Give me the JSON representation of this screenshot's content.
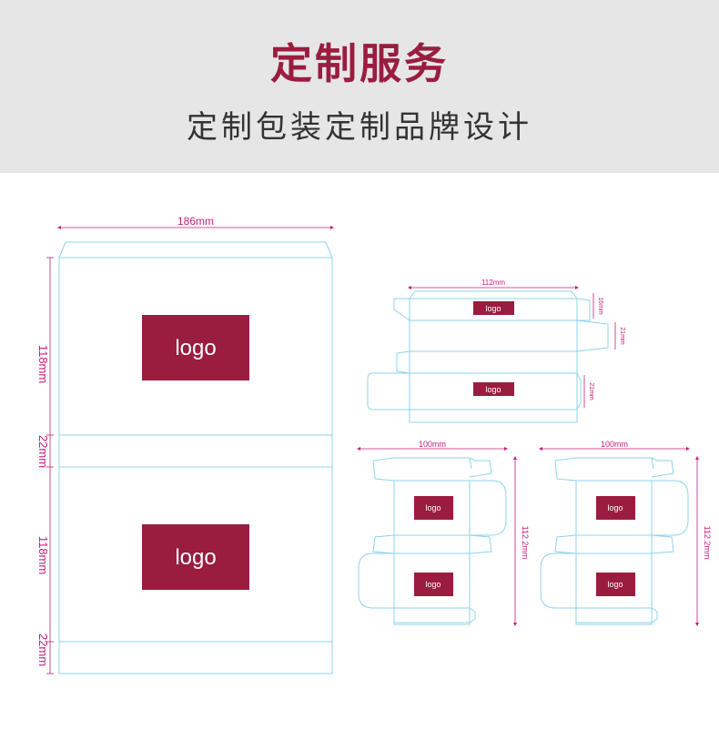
{
  "header": {
    "title": "定制服务",
    "subtitle": "定制包装定制品牌设计"
  },
  "colors": {
    "header_bg": "#e6e6e6",
    "title": "#9a1d3f",
    "subtitle": "#333333",
    "dieline": "#8fd3ec",
    "dimension": "#c81b7a",
    "logo_bg": "#9a1d3f",
    "logo_text": "#ffffff"
  },
  "logo_label": "logo",
  "bag": {
    "width_label": "186mm",
    "section_labels": [
      "118mm",
      "22mm",
      "118mm",
      "22mm"
    ]
  },
  "long_box": {
    "width_label": "112mm",
    "side_labels": [
      "16mm",
      "21mm",
      "21mm"
    ]
  },
  "small_boxes": [
    {
      "width_label": "100mm",
      "height_label": "112.2mm"
    },
    {
      "width_label": "100mm",
      "height_label": "112.2mm"
    }
  ]
}
